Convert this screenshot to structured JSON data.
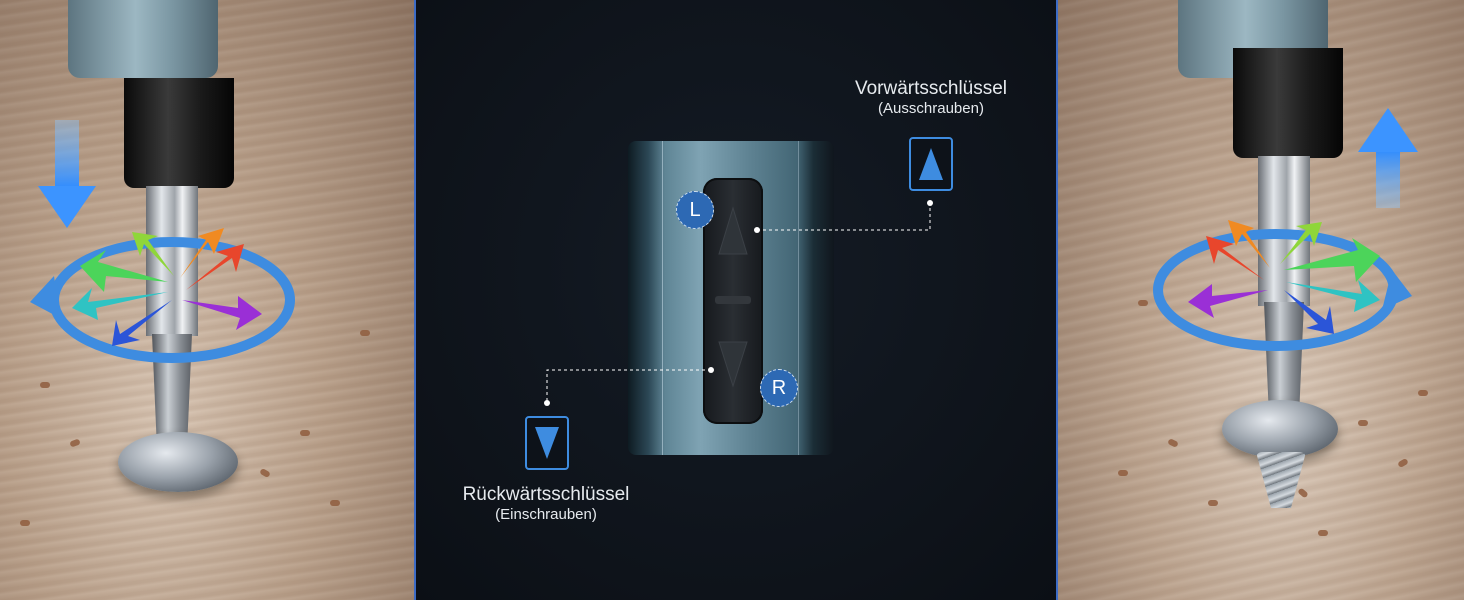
{
  "forward_key": {
    "label": "Vorwärtsschlüssel",
    "sub_label": "(Ausschrauben)"
  },
  "reverse_key": {
    "label": "Rückwärtsschlüssel",
    "sub_label": "(Einschrauben)"
  },
  "switch_badges": {
    "left": "L",
    "right": "R"
  },
  "colors": {
    "accent_blue": "#3e8ce0",
    "panel_border": "#3d6cc6",
    "center_background": "#0f141b",
    "badge_fill": "#2d69b4",
    "label_text": "#e6eaee"
  },
  "icons": {
    "left_panel": [
      "down-arrow-icon",
      "rotation-arrow-icon",
      "rainbow-arrows-icon"
    ],
    "right_panel": [
      "up-arrow-icon",
      "rotation-arrow-icon",
      "rainbow-arrows-icon"
    ],
    "keys": [
      "triangle-up-icon",
      "triangle-down-icon"
    ]
  }
}
